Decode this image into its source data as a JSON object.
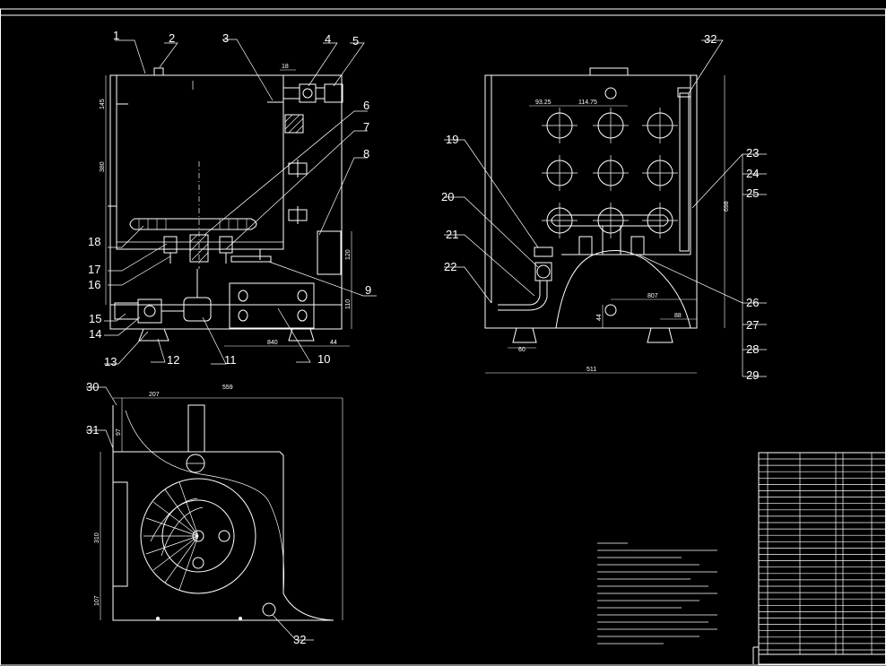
{
  "callouts": {
    "front": [
      "1",
      "2",
      "3",
      "4",
      "5",
      "6",
      "7",
      "8",
      "9",
      "10",
      "11",
      "12",
      "13",
      "14",
      "15",
      "16",
      "17",
      "18"
    ],
    "side": [
      "19",
      "20",
      "21",
      "22",
      "23",
      "24",
      "25",
      "26",
      "27",
      "28",
      "29",
      "32"
    ],
    "top": [
      "30",
      "31",
      "32"
    ]
  },
  "dimensions": {
    "front": {
      "d1": "145",
      "d2": "380",
      "d3": "120",
      "d4": "110",
      "d5": "840",
      "d6": "44",
      "d7": "18"
    },
    "side": {
      "d1": "93.25",
      "d2": "114.75",
      "d3": "698",
      "d4": "807",
      "d5": "88",
      "d6": "44",
      "d7": "60",
      "d8": "511"
    },
    "top": {
      "d1": "207",
      "d2": "559",
      "d3": "97",
      "d4": "310",
      "d5": "107"
    }
  },
  "colors": {
    "background": "#000000",
    "lines": "#ffffff"
  }
}
